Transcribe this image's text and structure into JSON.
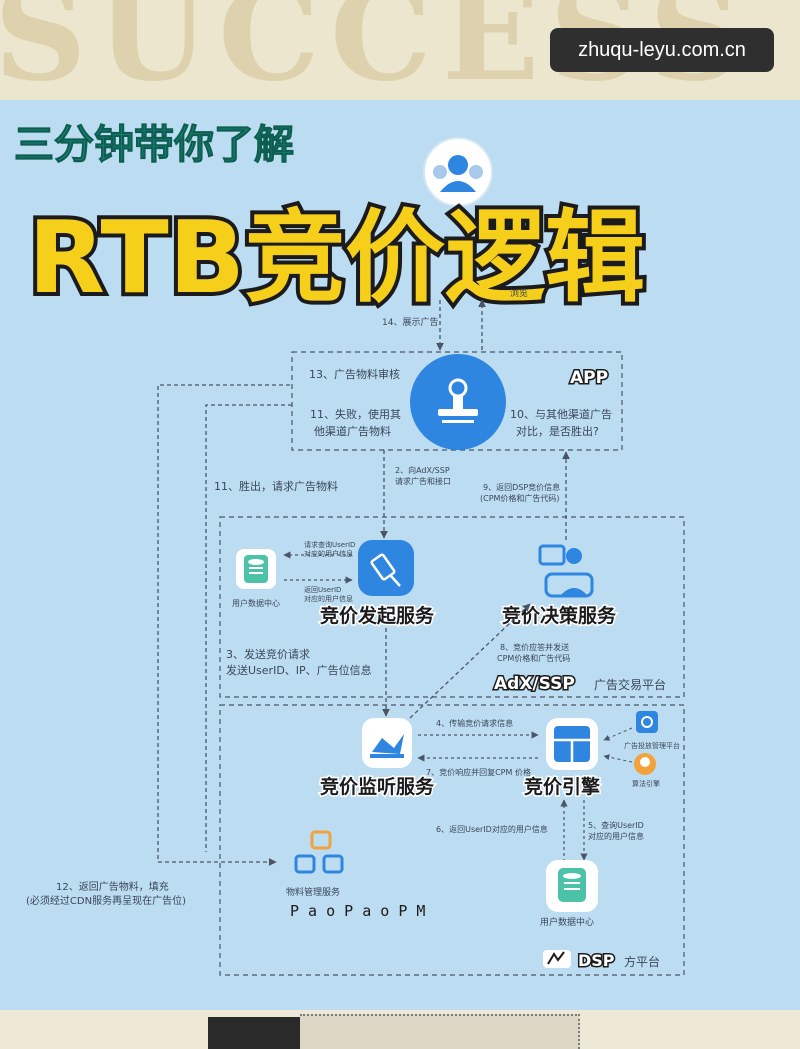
{
  "watermark": "zhuqu-leyu.com.cn",
  "background_word": "SUCCESS",
  "subtitle": "三分钟带你了解",
  "title": "RTB竞价逻辑",
  "top_label_partial": "浏览",
  "labels": {
    "app": "APP",
    "adx": "AdX/SSP",
    "adx_suffix": "广告交易平台",
    "dsp": "DSP",
    "dsp_suffix": "方平台",
    "bid_start": "竞价发起服务",
    "bid_decision": "竞价决策服务",
    "bid_listen": "竞价监听服务",
    "bid_engine": "竞价引擎",
    "user_data_adx": "用户数据中心",
    "user_data_dsp": "用户数据中心",
    "material_mgmt": "物料管理服务",
    "ad_delivery_mgmt": "广告投放管理平台",
    "algo_engine": "算法引擎",
    "paopao": "P a o P a o   P M"
  },
  "steps": {
    "s14": "14、展示广告",
    "s13": "13、广告物料审核",
    "s11_fail_1": "11、失败，使用其",
    "s11_fail_2": "他渠道广告物料",
    "s10_1": "10、与其他渠道广告",
    "s10_2": "对比，是否胜出?",
    "s2_1": "2、向AdX/SSP",
    "s2_2": "请求广告和接口",
    "s9_1": "9、返回DSP竞价信息",
    "s9_2": "(CPM价格和广告代码)",
    "s11_win": "11、胜出，请求广告物料",
    "query_user_1": "请求查询UserID",
    "query_user_2": "对应的用户信息",
    "return_user_1": "返回UserID",
    "return_user_2": "对应的用户信息",
    "s3_1": "3、发送竞价请求",
    "s3_2": "发送UserID、IP、广告位信息",
    "s8_1": "8、竞价应答并发送",
    "s8_2": "CPM价格和广告代码",
    "s4": "4、传输竞价请求信息",
    "s7": "7、竞价响应并回复CPM 价格",
    "s6": "6、返回UserID对应的用户信息",
    "s5_1": "5、查询UserID",
    "s5_2": "对应的用户信息",
    "s12_1": "12、返回广告物料，填充",
    "s12_2": "(必须经过CDN服务再呈现在广告位)"
  },
  "colors": {
    "panel": "#bcdcf2",
    "accent_blue": "#2f86e0",
    "title_yellow": "#f6cf1a",
    "subtitle_teal": "#1a8c7a",
    "icon_teal": "#4cc3a8",
    "icon_orange": "#f2a23a"
  }
}
